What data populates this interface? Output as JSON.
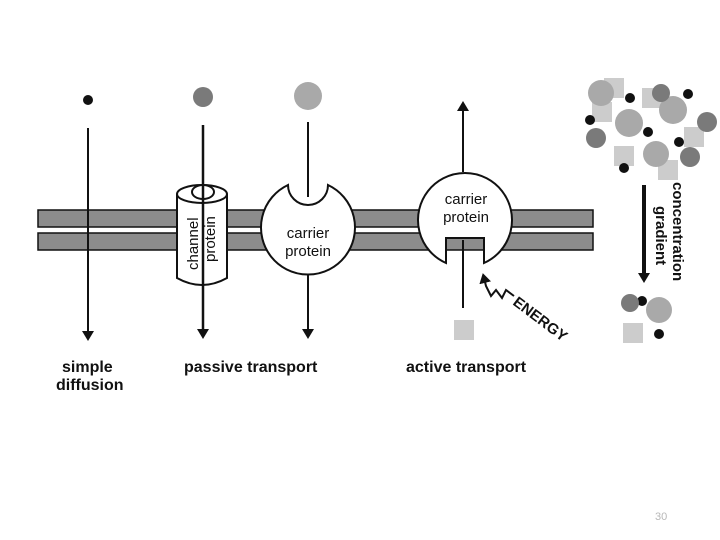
{
  "labels": {
    "simple_diffusion_line1": "simple",
    "simple_diffusion_line2": "diffusion",
    "passive_transport": "passive transport",
    "active_transport": "active transport",
    "channel_protein_line1": "channel",
    "channel_protein_line2": "protein",
    "carrier_protein_passive_line1": "carrier",
    "carrier_protein_passive_line2": "protein",
    "carrier_protein_active_line1": "carrier",
    "carrier_protein_active_line2": "protein",
    "energy": "ENERGY",
    "concentration_line1": "concentration",
    "concentration_line2": "gradient"
  },
  "slide_number": "30",
  "colors": {
    "membrane": "#8c8c8c",
    "outline": "#111111",
    "molecule_black": "#111111",
    "molecule_gray": "#7a7a7a",
    "molecule_light": "#a9a9a9",
    "square_light": "#cccccc"
  }
}
